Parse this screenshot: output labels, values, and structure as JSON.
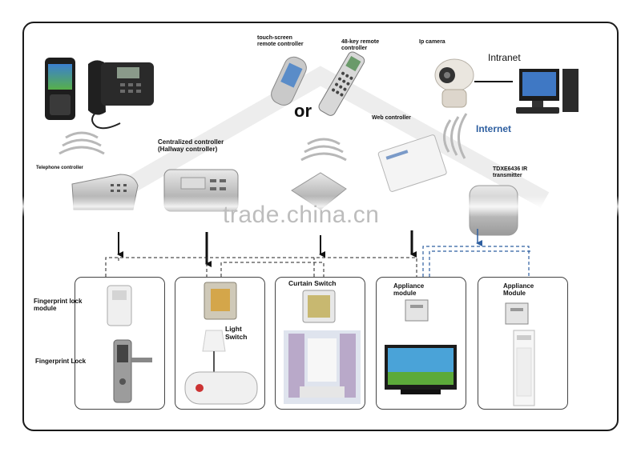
{
  "labels": {
    "touch_screen": "touch-screen\nremote controller",
    "key_remote": "48-key remote\ncontroller",
    "ip_camera": "Ip camera",
    "intranet": "Intranet",
    "internet": "Internet",
    "or": "or",
    "web_controller": "Web controller",
    "telephone_controller": "Telephone controller",
    "centralized_controller": "Centralized controller\n(Hallway controller)",
    "ir_transmitter": "TDXE6436 IR\ntransmitter",
    "fingerprint_lock_module": "Fingerprint lock\nmodule",
    "fingerprint_lock": "Fingerprint Lock",
    "light_switch": "Light\nSwitch",
    "curtain_switch": "Curtain Switch",
    "appliance_module_1": "Appliance\nmodule",
    "appliance_module_2": "Appliance\nModule"
  },
  "watermark": "trade.china.cn",
  "colors": {
    "border": "#1a1a1a",
    "internet_text": "#2e5fa0",
    "ir_link": "#2e5fa0",
    "watermark": "#bdbdbd"
  }
}
